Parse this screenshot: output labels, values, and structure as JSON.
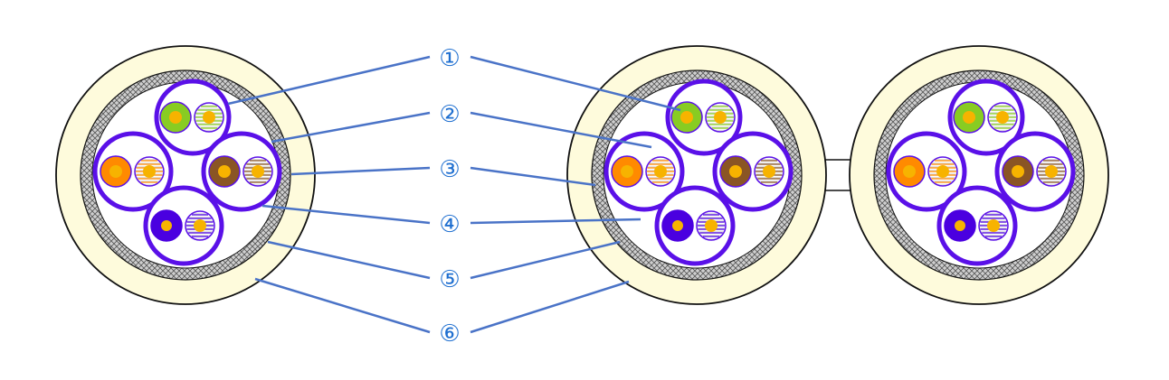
{
  "markers": [
    "①",
    "②",
    "③",
    "④",
    "⑤",
    "⑥"
  ],
  "colors": {
    "jacket": "#fefbdc",
    "outline": "#111111",
    "braid": "#cfcfcf",
    "braid_stroke": "#555555",
    "inner_fill": "#ffffff",
    "pair_shield": "#5a10e8",
    "conductor_core": "#f7b300",
    "leader_line": "#4a73c7",
    "marker_text": "#1f6fd0",
    "pair_colors": {
      "green": "#88cc22",
      "orange": "#ff8a00",
      "brown": "#8a5524",
      "blue": "#4a00e0"
    }
  },
  "pairs": [
    {
      "position": "top",
      "color": "green"
    },
    {
      "position": "left",
      "color": "orange"
    },
    {
      "position": "right",
      "color": "brown"
    },
    {
      "position": "bottom",
      "color": "blue"
    }
  ],
  "cables": [
    "single-cable",
    "dual-cable-left",
    "dual-cable-right"
  ]
}
